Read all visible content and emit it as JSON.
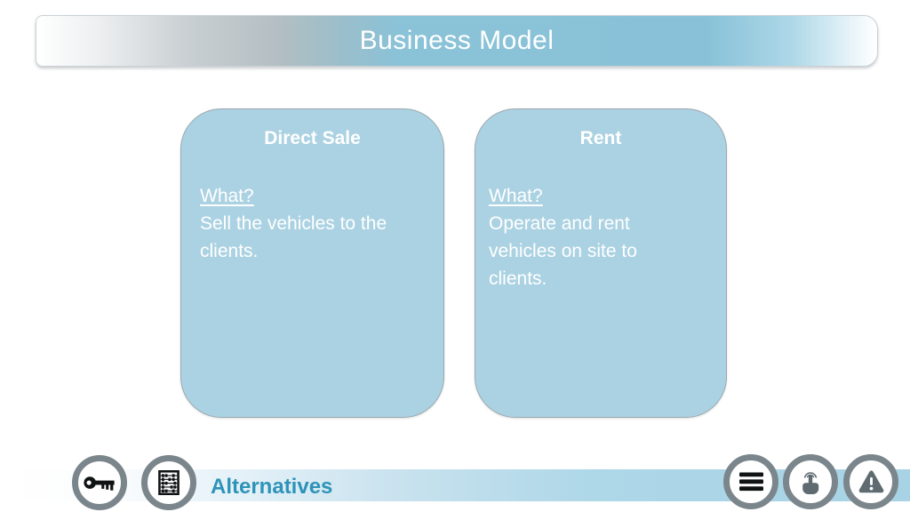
{
  "header": {
    "title": "Business Model"
  },
  "cards": [
    {
      "title": "Direct Sale",
      "question": "What?",
      "body": "Sell the vehicles to the clients."
    },
    {
      "title": "Rent",
      "question": "What?",
      "body": "Operate and rent vehicles on site to clients."
    }
  ],
  "footer": {
    "label": "Alternatives",
    "left_icons": [
      {
        "name": "key-icon"
      },
      {
        "name": "abacus-icon"
      }
    ],
    "right_icons": [
      {
        "name": "menu-icon"
      },
      {
        "name": "tap-icon"
      },
      {
        "name": "warning-icon"
      }
    ]
  },
  "colors": {
    "banner_blue": "#8ac2d7",
    "card_blue": "#abd2e2",
    "strip_blue": "#a7d3e5",
    "accent_teal": "#2e93b8",
    "ring_gray": "#7b868c",
    "glyph_gray": "#5f6b71",
    "text_white": "#ffffff"
  }
}
